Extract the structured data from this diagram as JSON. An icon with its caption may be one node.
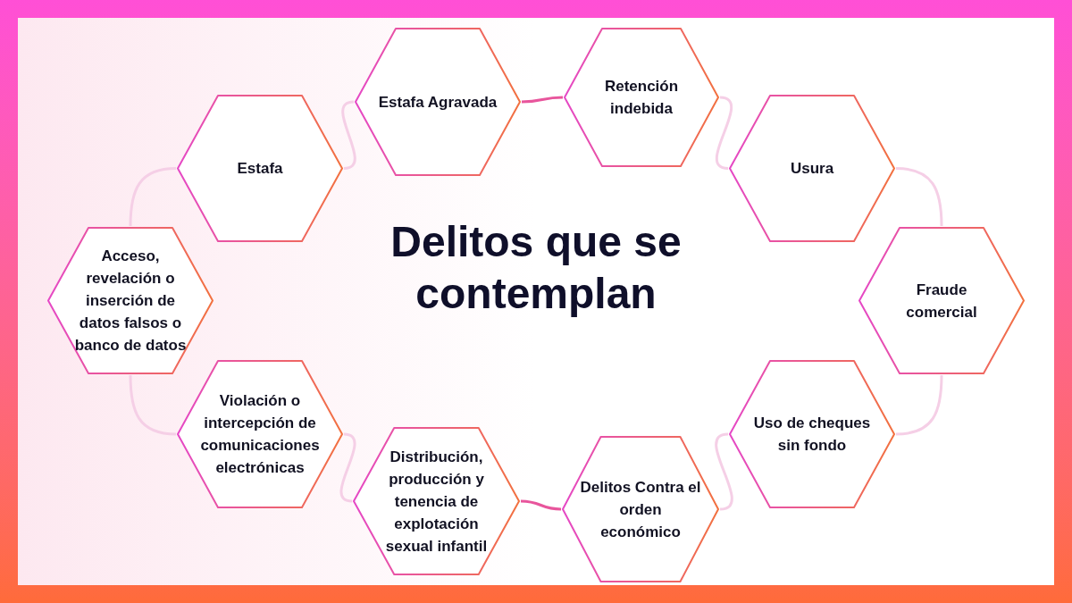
{
  "diagram": {
    "title": "Delitos que se contemplan",
    "nodes": [
      {
        "text": [
          "Estafa"
        ]
      },
      {
        "text": [
          "Estafa Agravada"
        ]
      },
      {
        "text": [
          "Retención indebida"
        ]
      },
      {
        "text": [
          "Usura"
        ]
      },
      {
        "text": [
          "Fraude comercial"
        ]
      },
      {
        "text": [
          "Uso de cheques sin fondo"
        ]
      },
      {
        "text": [
          "Delitos Contra el orden económico"
        ]
      },
      {
        "text": [
          "Distribución, producción y tenencia de explotación sexual infantil"
        ]
      },
      {
        "text": [
          "Violación o intercepción de comunicaciones electrónicas"
        ]
      },
      {
        "text": [
          "Acceso, revelación o inserción de datos falsos o banco de datos"
        ]
      }
    ],
    "edges": [
      {
        "from": 0,
        "to": 1,
        "arrow": "none"
      },
      {
        "from": 1,
        "to": 2,
        "arrow": "none",
        "color": "#e8559c"
      },
      {
        "from": 2,
        "to": 3,
        "arrow": "none"
      },
      {
        "from": 3,
        "to": 4,
        "arrow": "none"
      },
      {
        "from": 4,
        "to": 5,
        "arrow": "none"
      },
      {
        "from": 5,
        "to": 6,
        "arrow": "none"
      },
      {
        "from": 6,
        "to": 7,
        "arrow": "none",
        "color": "#e8559c"
      },
      {
        "from": 7,
        "to": 8,
        "arrow": "none"
      },
      {
        "from": 8,
        "to": 9,
        "arrow": "none"
      },
      {
        "from": 9,
        "to": 0,
        "arrow": "none"
      }
    ]
  }
}
